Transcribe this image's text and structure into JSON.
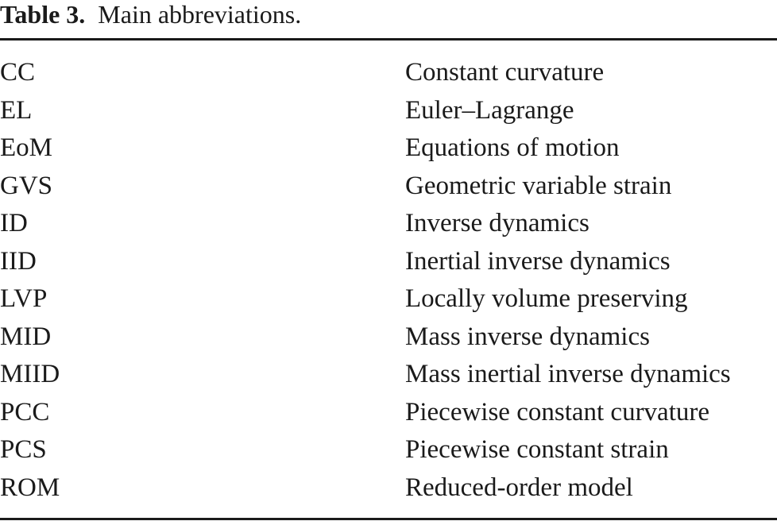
{
  "caption": {
    "label": "Table 3.",
    "text": "Main abbreviations."
  },
  "rows": [
    {
      "abbr": "CC",
      "definition": "Constant curvature"
    },
    {
      "abbr": "EL",
      "definition": "Euler–Lagrange"
    },
    {
      "abbr": "EoM",
      "definition": "Equations of motion"
    },
    {
      "abbr": "GVS",
      "definition": "Geometric variable strain"
    },
    {
      "abbr": "ID",
      "definition": "Inverse dynamics"
    },
    {
      "abbr": "IID",
      "definition": "Inertial inverse dynamics"
    },
    {
      "abbr": "LVP",
      "definition": "Locally volume preserving"
    },
    {
      "abbr": "MID",
      "definition": "Mass inverse dynamics"
    },
    {
      "abbr": "MIID",
      "definition": "Mass inertial inverse dynamics"
    },
    {
      "abbr": "PCC",
      "definition": "Piecewise constant curvature"
    },
    {
      "abbr": "PCS",
      "definition": "Piecewise constant strain"
    },
    {
      "abbr": "ROM",
      "definition": "Reduced-order model"
    }
  ]
}
